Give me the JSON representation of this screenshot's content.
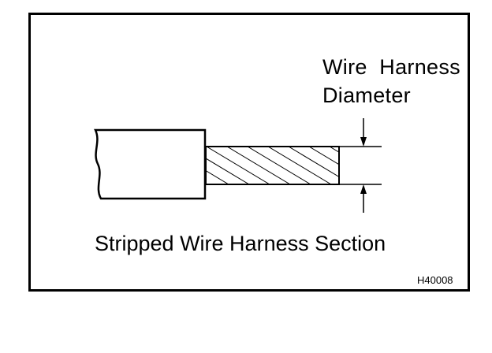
{
  "diagram": {
    "dimension_label_line1": "Wire  Harness",
    "dimension_label_line2": "Diameter",
    "caption": "Stripped Wire Harness Section",
    "figure_code": "H40008"
  },
  "colors": {
    "ink": "#000000",
    "paper": "#ffffff"
  }
}
